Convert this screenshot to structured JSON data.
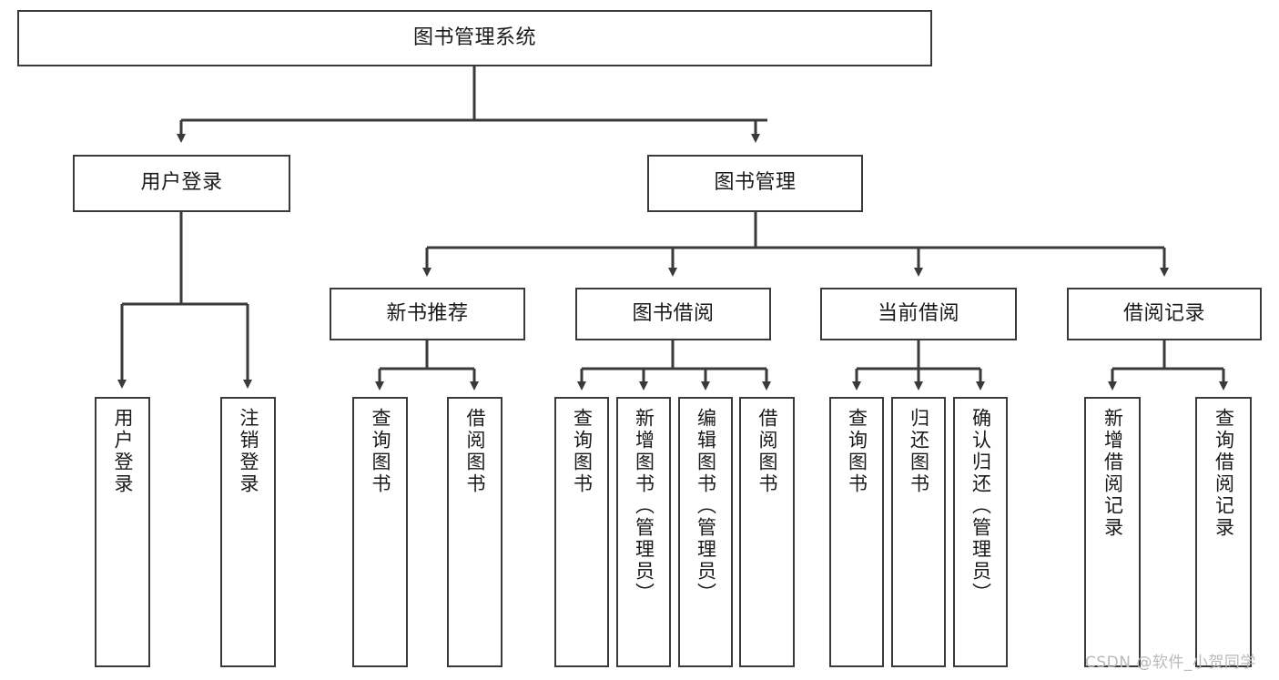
{
  "diagram": {
    "title": "图书管理系统",
    "type": "tree-hierarchy",
    "watermark": "CSDN @软件_小贺同学",
    "colors": {
      "box_border": "#3a3a3a",
      "box_fill": "#ffffff",
      "connector": "#3a3a3a",
      "text": "#1a1a1a",
      "watermark": "#b9b9b9",
      "background": "#ffffff"
    },
    "nodes": {
      "root": {
        "label": "图书管理系统"
      },
      "level2": [
        {
          "id": "user-login",
          "label": "用户登录"
        },
        {
          "id": "book-manage",
          "label": "图书管理"
        }
      ],
      "level3": [
        {
          "id": "new-book-recommend",
          "label": "新书推荐"
        },
        {
          "id": "book-borrow",
          "label": "图书借阅"
        },
        {
          "id": "current-borrow",
          "label": "当前借阅"
        },
        {
          "id": "borrow-record",
          "label": "借阅记录"
        }
      ],
      "leaves": {
        "user_login": [
          {
            "id": "leaf-user-login",
            "label": "用户登录"
          },
          {
            "id": "leaf-logout-login",
            "label": "注销登录"
          }
        ],
        "new_book_recommend": [
          {
            "id": "leaf-query-book-1",
            "label": "查询图书"
          },
          {
            "id": "leaf-borrow-book-1",
            "label": "借阅图书"
          }
        ],
        "book_borrow": [
          {
            "id": "leaf-query-book-2",
            "label": "查询图书"
          },
          {
            "id": "leaf-add-book",
            "label": "新增图书（管理员）"
          },
          {
            "id": "leaf-edit-book",
            "label": "编辑图书（管理员）"
          },
          {
            "id": "leaf-borrow-book-2",
            "label": "借阅图书"
          }
        ],
        "current_borrow": [
          {
            "id": "leaf-query-book-3",
            "label": "查询图书"
          },
          {
            "id": "leaf-return-book",
            "label": "归还图书"
          },
          {
            "id": "leaf-confirm-return",
            "label": "确认归还（管理员）"
          }
        ],
        "borrow_record": [
          {
            "id": "leaf-add-borrow-record",
            "label": "新增借阅记录"
          },
          {
            "id": "leaf-query-borrow-record",
            "label": "查询借阅记录"
          }
        ]
      }
    }
  }
}
